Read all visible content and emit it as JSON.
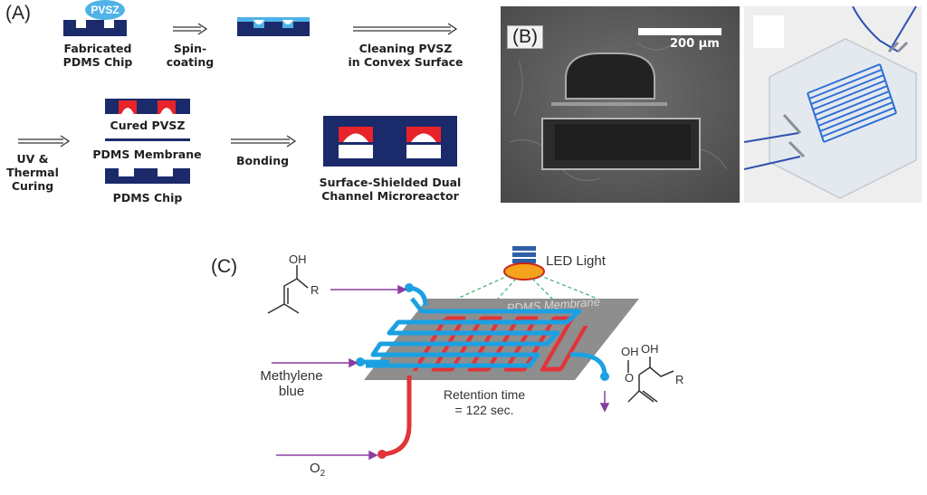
{
  "panel_a": {
    "label": "(A)",
    "pvsz_bubble": "PVSZ",
    "fabricated_line1": "Fabricated",
    "fabricated_line2": "PDMS Chip",
    "spin_line1": "Spin-",
    "spin_line2": "coating",
    "cleaning_line1": "Cleaning PVSZ",
    "cleaning_line2": "in Convex Surface",
    "uv_line1": "UV &",
    "uv_line2": "Thermal",
    "uv_line3": "Curing",
    "cured_pvsz": "Cured PVSZ",
    "pdms_membrane": "PDMS Membrane",
    "pdms_chip": "PDMS Chip",
    "bonding": "Bonding",
    "result_line1": "Surface-Shielded Dual",
    "result_line2": "Channel Microreactor",
    "colors": {
      "pdms": "#1b2a6b",
      "pvsz": "#4fb3e8",
      "cured": "#e8232a"
    }
  },
  "panel_b": {
    "label": "(B)",
    "scale_bar": "200 μm"
  },
  "panel_c": {
    "label": "(C)",
    "led_light": "LED Light",
    "membrane_label": "PDMS Membrane",
    "methylene_line1": "Methylene",
    "methylene_line2": "blue",
    "retention_line1": "Retention time",
    "retention_line2": "= 122 sec.",
    "o2_main": "O",
    "o2_sub": "2",
    "reactant_oh": "OH",
    "reactant_r": "R",
    "product_ooh_o": "OH",
    "product_ooh_oo": "O",
    "product_oh": "OH",
    "product_r": "R",
    "colors": {
      "blue_channel": "#1ba1e2",
      "red_channel": "#e0353a",
      "arrow": "#8a3ea0",
      "membrane": "#8e8e8e"
    }
  }
}
